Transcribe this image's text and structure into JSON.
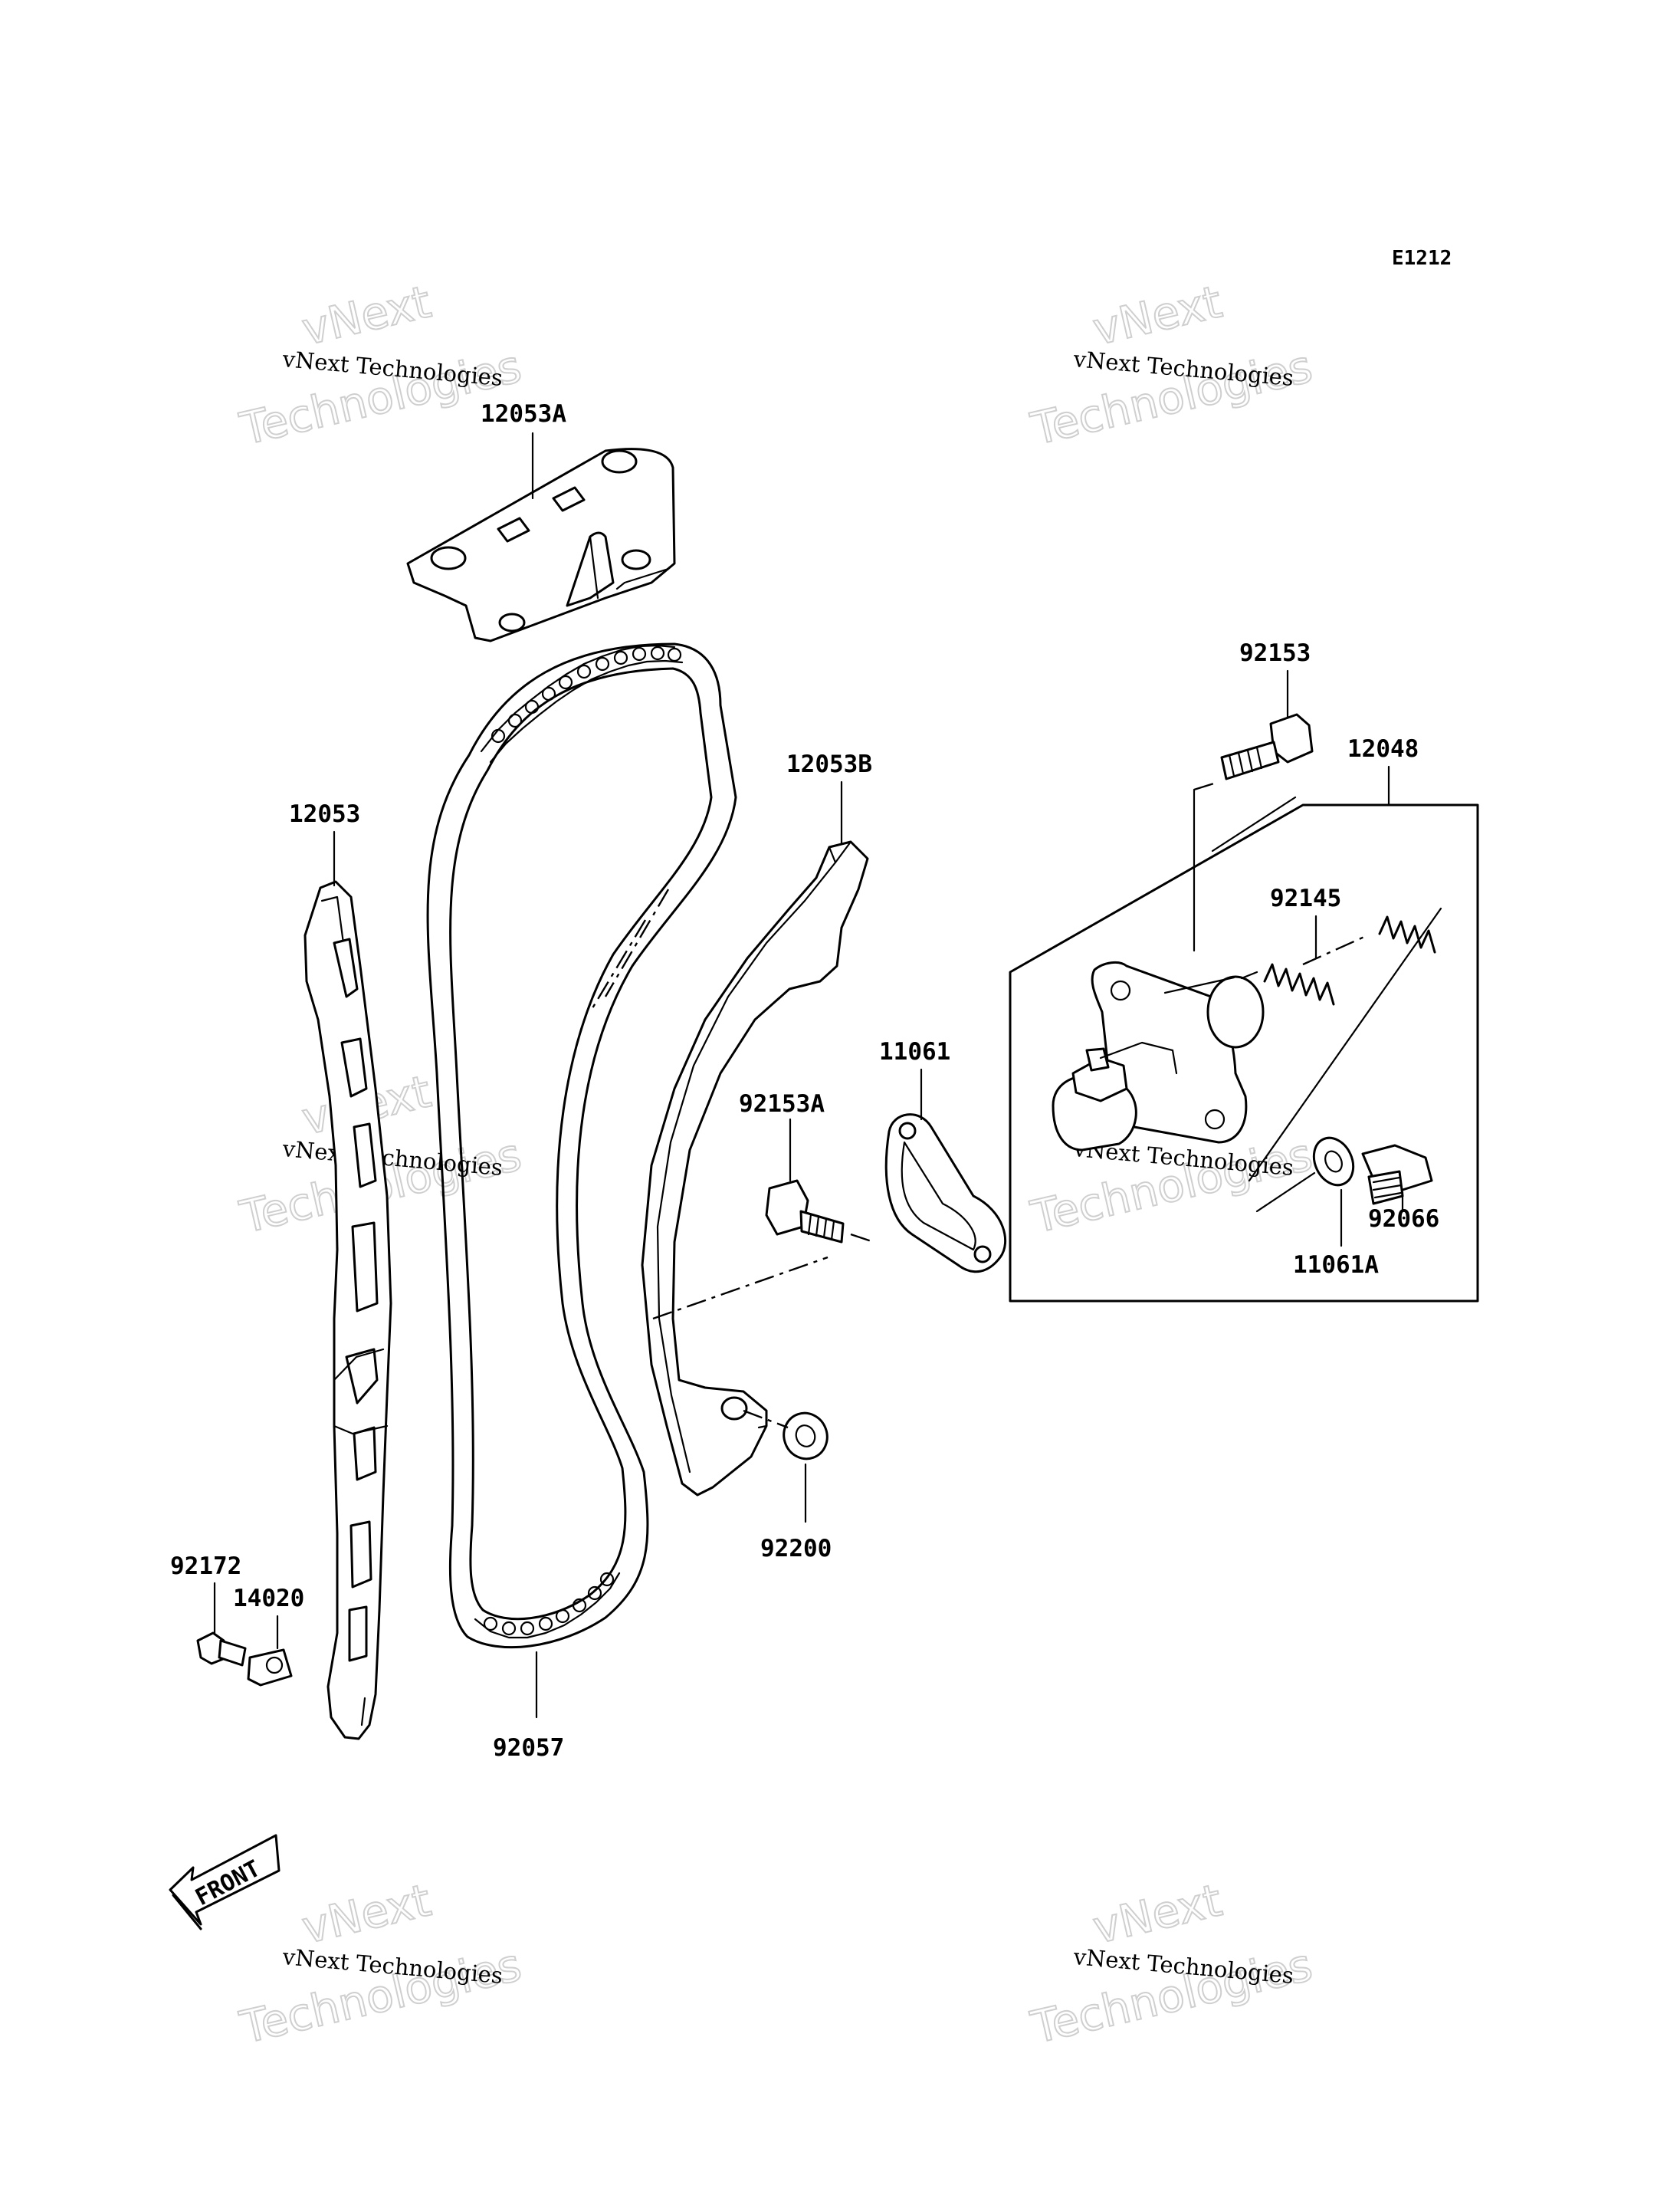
{
  "diagram_code": "E1212",
  "watermark": {
    "line1": "vNext Technologies",
    "line2_top": "vNext",
    "line2_bottom": "Technologies"
  },
  "parts": [
    {
      "id": "12053A",
      "label": "12053A"
    },
    {
      "id": "12053",
      "label": "12053"
    },
    {
      "id": "12053B",
      "label": "12053B"
    },
    {
      "id": "92153",
      "label": "92153"
    },
    {
      "id": "12048",
      "label": "12048"
    },
    {
      "id": "92145",
      "label": "92145"
    },
    {
      "id": "11061",
      "label": "11061"
    },
    {
      "id": "92153A",
      "label": "92153A"
    },
    {
      "id": "92066",
      "label": "92066"
    },
    {
      "id": "11061A",
      "label": "11061A"
    },
    {
      "id": "92200",
      "label": "92200"
    },
    {
      "id": "92172",
      "label": "92172"
    },
    {
      "id": "14020",
      "label": "14020"
    },
    {
      "id": "92057",
      "label": "92057"
    }
  ],
  "front_arrow": {
    "label": "FRONT"
  }
}
